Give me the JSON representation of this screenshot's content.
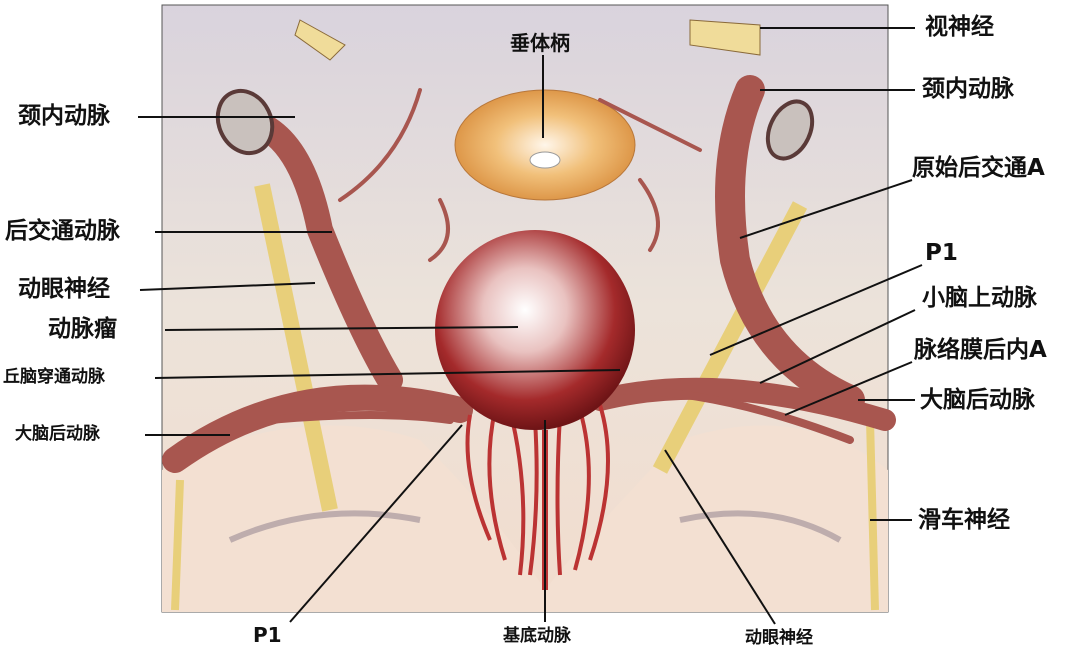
{
  "labels": {
    "optic_nerve": "视神经",
    "pituitary_stalk": "垂体柄",
    "ica_left": "颈内动脉",
    "ica_right": "颈内动脉",
    "primitive_pcom": "原始后交通A",
    "pcom": "后交通动脉",
    "p1_top": "P1",
    "oculomotor_left": "动眼神经",
    "sca": "小脑上动脉",
    "aneurysm": "动脉瘤",
    "mpcha": "脉络膜后内A",
    "thalamoperforating": "丘脑穿通动脉",
    "pca_right": "大脑后动脉",
    "pca_left": "大脑后动脉",
    "trochlear": "滑车神经",
    "p1_bottom": "P1",
    "basilar": "基底动脉",
    "oculomotor_bottom": "动眼神经"
  },
  "colors": {
    "artery": "#a8564f",
    "aneurysm": "#9a1f22",
    "nerve": "#e8cf7a",
    "stalk": "#e7a85a",
    "background": "#e9e1da"
  }
}
